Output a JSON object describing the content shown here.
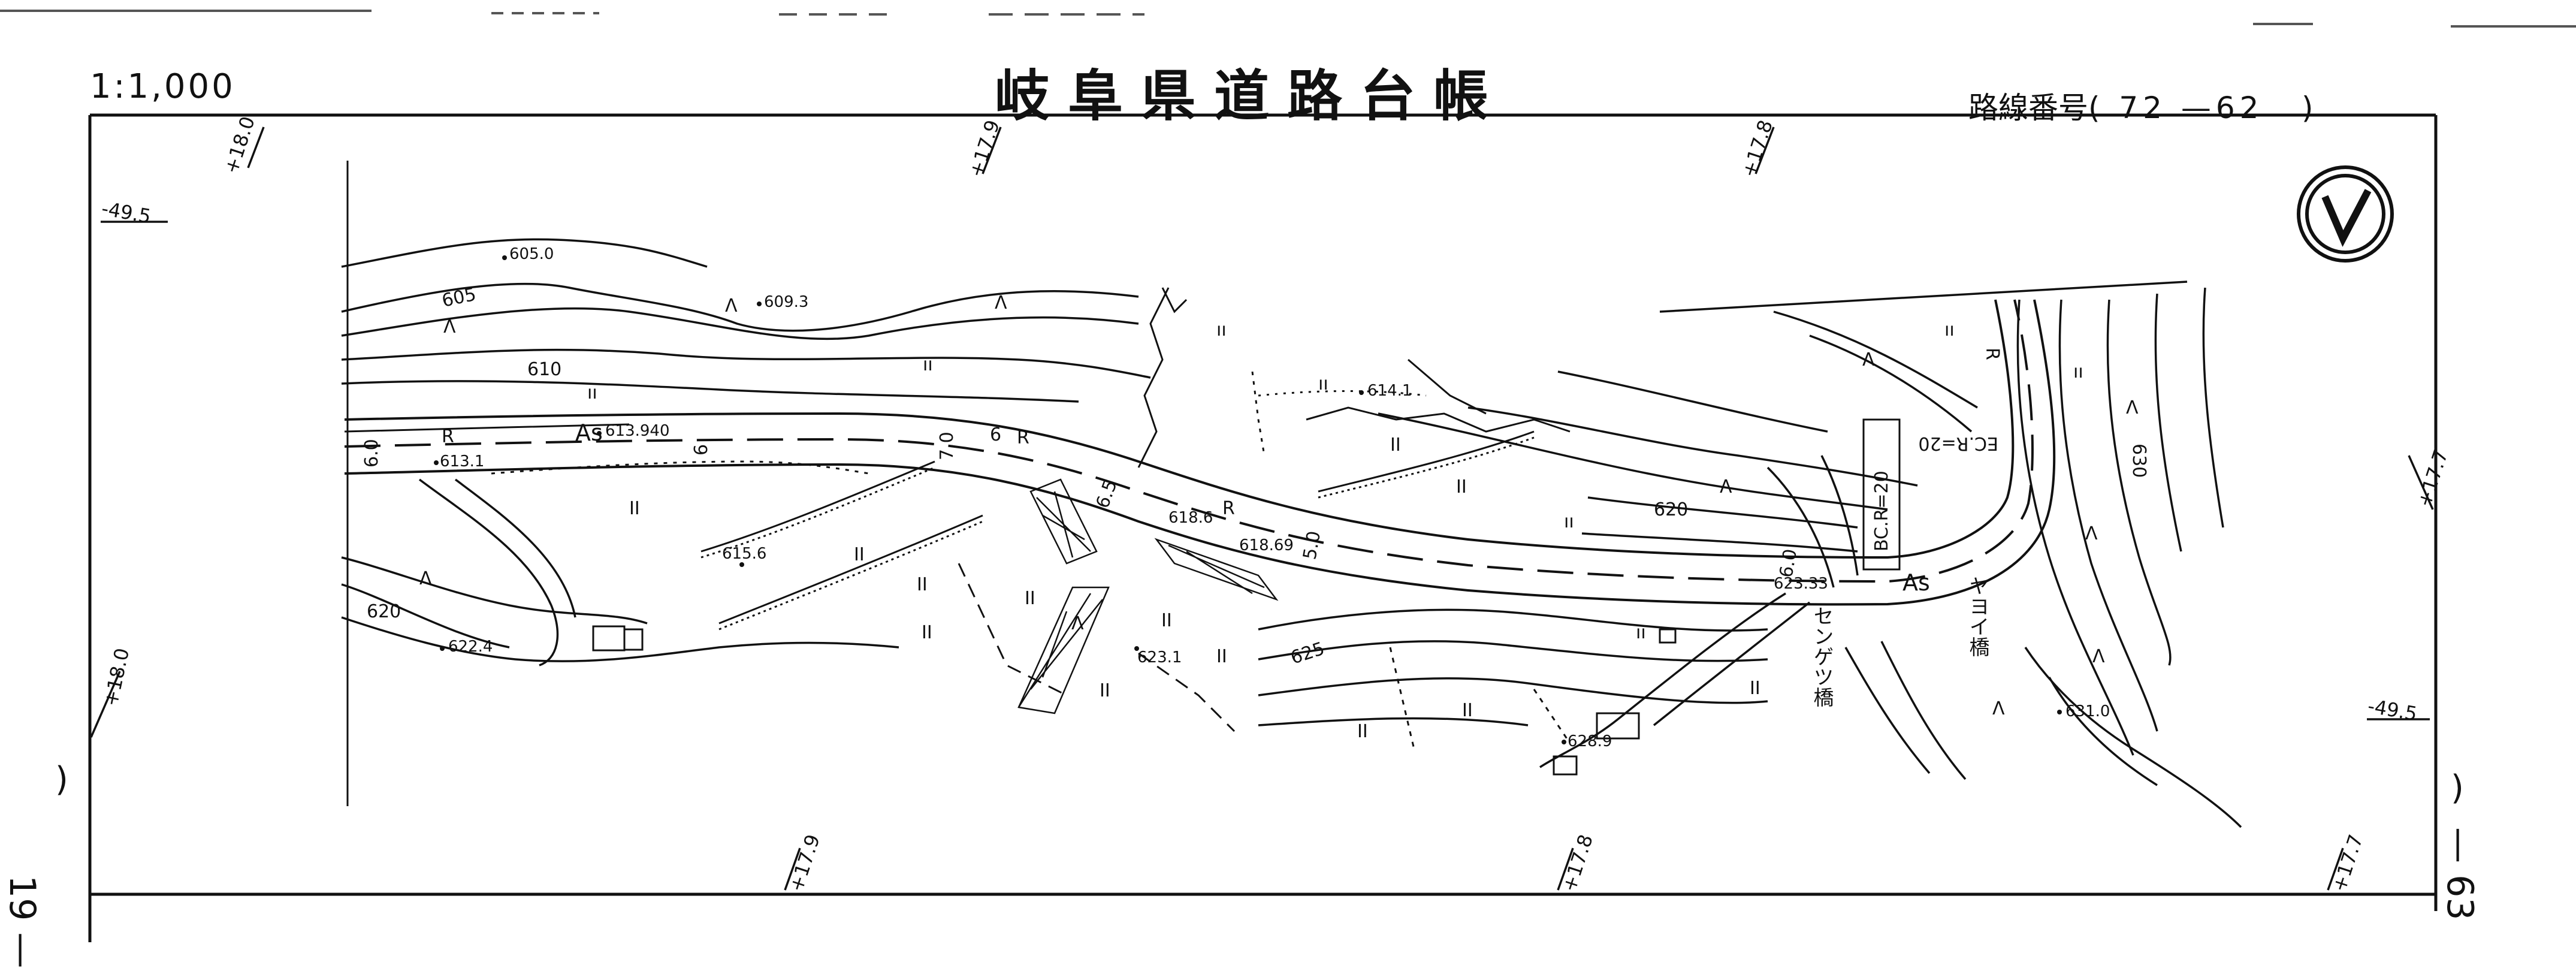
{
  "header": {
    "scale": "1:1,000",
    "title": "岐阜県道路台帳",
    "route_prefix": "路線番号(",
    "route_number": "72 —62",
    "route_suffix": ")"
  },
  "sheet_refs": {
    "left": "19 —",
    "right": "— 63",
    "left_paren": ")",
    "right_paren": ")"
  },
  "north_arrow": "north-arrow-icon",
  "offsets": {
    "top": [
      "+18.0",
      "+17.9",
      "+17.8"
    ],
    "bottom": [
      "+17.9",
      "+17.8",
      "+17.7"
    ],
    "left": [
      "-49.5",
      "+18.0"
    ],
    "right": [
      "+17.7",
      "-49.5"
    ]
  },
  "contours": [
    "605",
    "610",
    "620",
    "620",
    "625",
    "630"
  ],
  "spot_heights": [
    "605.0",
    "609.3",
    "613.940",
    "613.1",
    "614.1",
    "615.6",
    "618.6",
    "618.69",
    "622.4",
    "623.1",
    "623.33",
    "628.9",
    "631.0"
  ],
  "road": {
    "surface": [
      "As",
      "As"
    ],
    "width_marks": [
      "6.0",
      "6",
      "7.0",
      "6",
      "6.5",
      "5.0",
      "6.0"
    ],
    "r_marks": [
      "R",
      "R",
      "R",
      "R"
    ],
    "curves": [
      "BC.R=20",
      "EC.R=20"
    ]
  },
  "bridges": [
    "センゲツ橋",
    "ヤヨイ橋"
  ],
  "symbols": {
    "field": "II",
    "forest": "Λ",
    "grass": "ıı"
  }
}
